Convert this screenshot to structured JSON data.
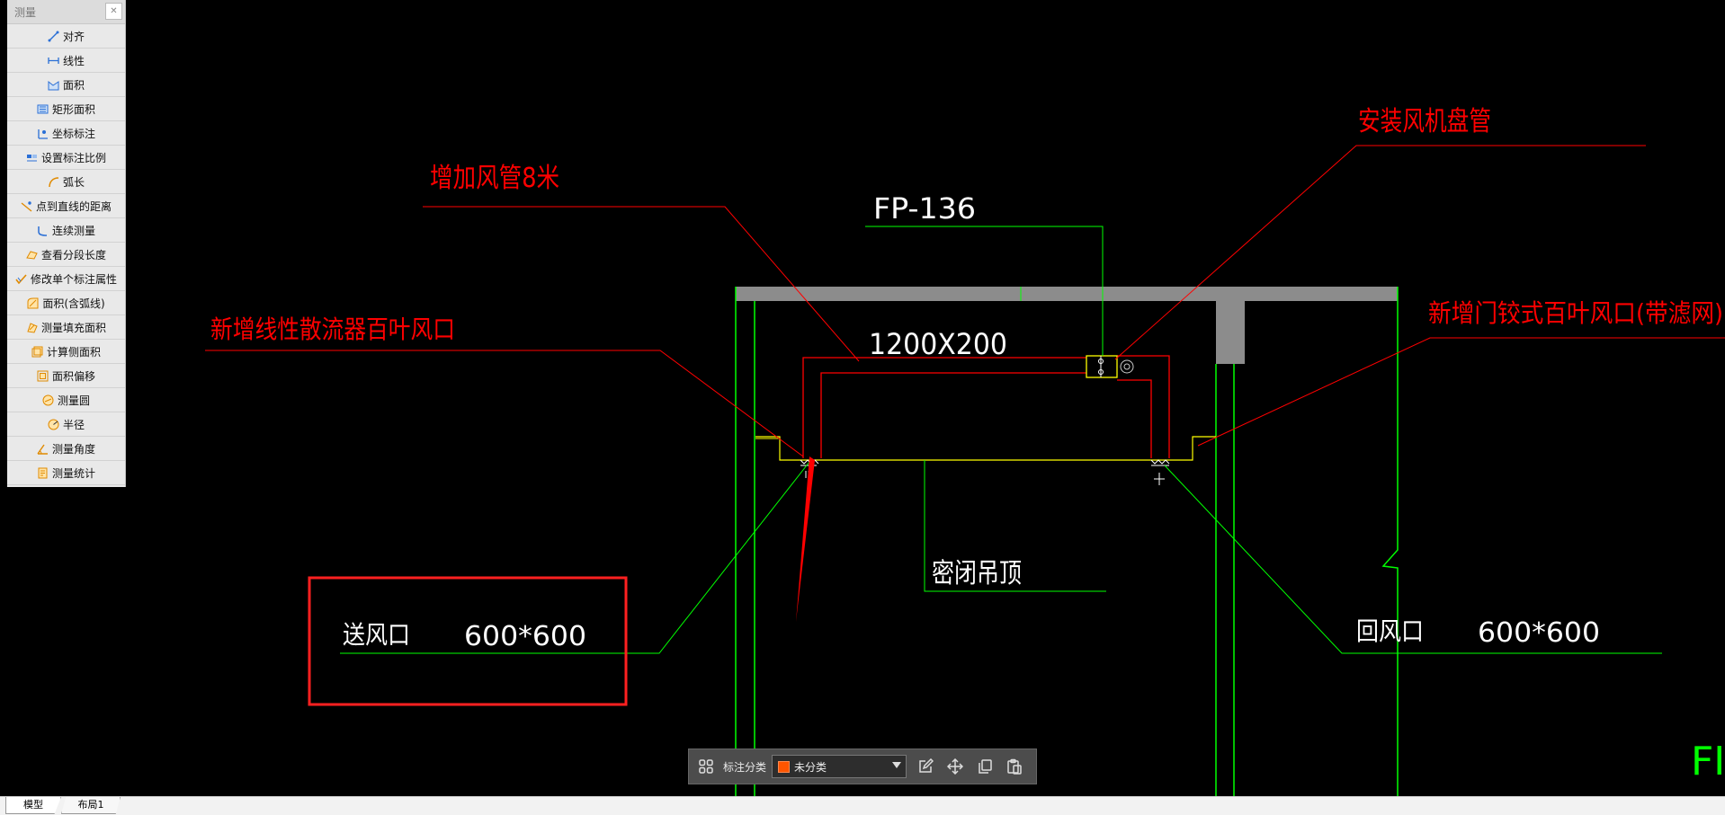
{
  "panel": {
    "title": "测量",
    "close_icon": "close-icon",
    "tools": [
      {
        "label": "对齐",
        "icon": "align-measure-icon"
      },
      {
        "label": "线性",
        "icon": "linear-measure-icon"
      },
      {
        "label": "面积",
        "icon": "area-icon"
      },
      {
        "label": "矩形面积",
        "icon": "rect-area-icon"
      },
      {
        "label": "坐标标注",
        "icon": "coordinate-icon"
      },
      {
        "label": "设置标注比例",
        "icon": "scale-icon"
      },
      {
        "label": "弧长",
        "icon": "arc-length-icon"
      },
      {
        "label": "点到直线的距离",
        "icon": "point-line-distance-icon"
      },
      {
        "label": "连续测量",
        "icon": "continuous-measure-icon"
      },
      {
        "label": "查看分段长度",
        "icon": "segment-length-icon"
      },
      {
        "label": "修改单个标注属性",
        "icon": "edit-annotation-icon"
      },
      {
        "label": "面积(含弧线)",
        "icon": "arc-area-icon"
      },
      {
        "label": "测量填充面积",
        "icon": "fill-area-icon"
      },
      {
        "label": "计算侧面积",
        "icon": "side-area-icon"
      },
      {
        "label": "面积偏移",
        "icon": "area-offset-icon"
      },
      {
        "label": "测量圆",
        "icon": "circle-icon"
      },
      {
        "label": "半径",
        "icon": "radius-icon"
      },
      {
        "label": "测量角度",
        "icon": "angle-icon"
      },
      {
        "label": "测量统计",
        "icon": "statistics-icon"
      }
    ]
  },
  "drawing": {
    "add_duct": "增加风管8米",
    "install_fan_coil": "安装风机盘管",
    "fan_coil_code": "FP-136",
    "new_diffuser": "新增线性散流器百叶风口",
    "new_door_louver": "新增门铰式百叶风口(带滤网)",
    "duct_size": "1200X200",
    "sealed_ceiling": "密闭吊顶",
    "supply_label": "送风口",
    "supply_size": "600*600",
    "return_label": "回风口",
    "return_size": "600*600",
    "edge_text": "FI"
  },
  "anno_bar": {
    "grid_icon": "grid-icon",
    "label": "标注分类",
    "selected": "未分类",
    "swatch_color": "#ff5500",
    "buttons": [
      "edit-icon",
      "move-icon",
      "copy-icon",
      "paste-icon"
    ]
  },
  "tabs": [
    {
      "label": "模型",
      "active": true
    },
    {
      "label": "布局1",
      "active": false
    }
  ],
  "colors": {
    "background": "#000000",
    "red_annotation": "#ff0000",
    "green_lines": "#00ff00",
    "yellow_lines": "#ffff00",
    "wall_fill": "#8c8c8c",
    "white_text": "#ffffff"
  }
}
